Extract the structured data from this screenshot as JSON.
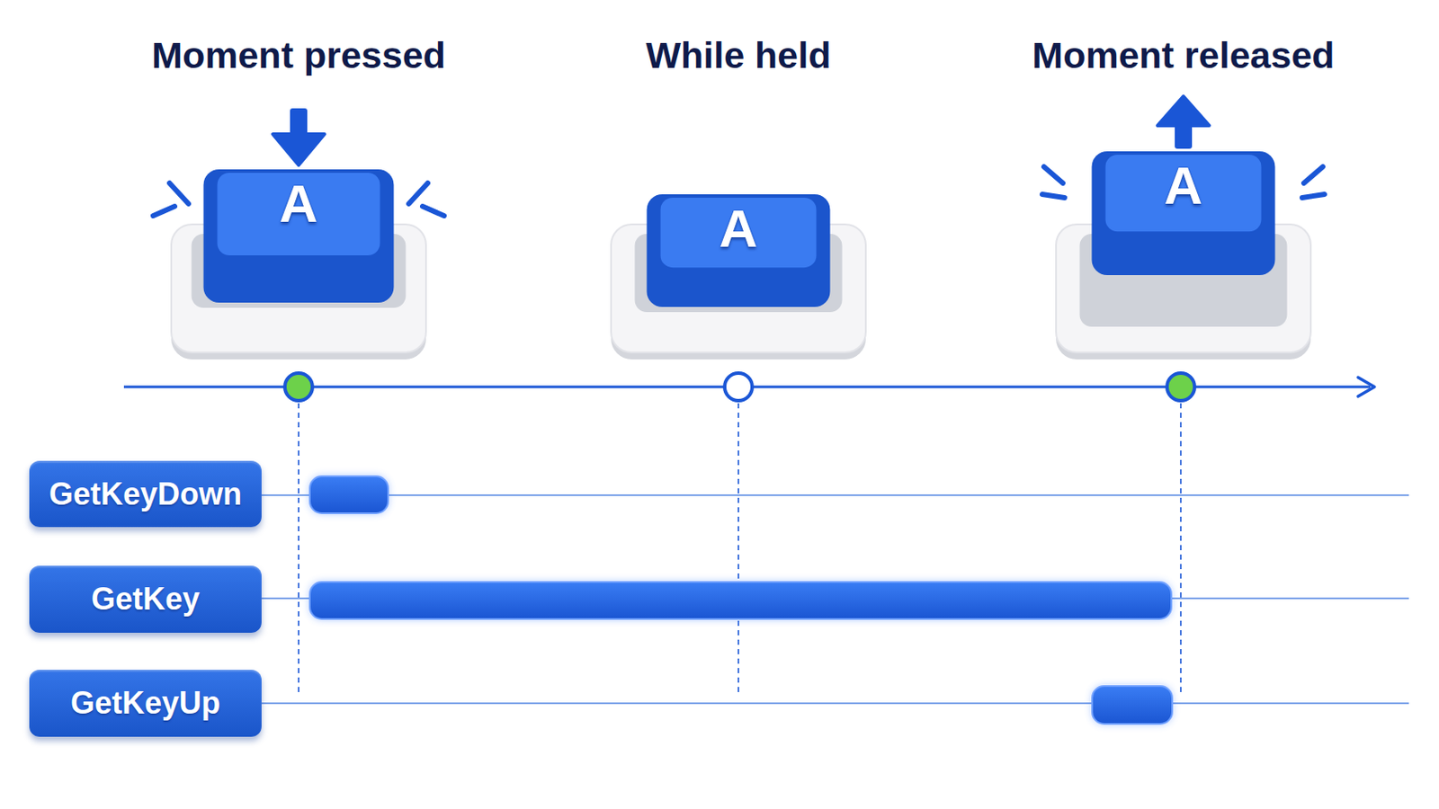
{
  "diagram": {
    "nodes": [
      {
        "text": [
          "Moment pressed",
          "A"
        ]
      },
      {
        "text": [
          "While held",
          "A"
        ]
      },
      {
        "text": [
          "Moment released",
          "A"
        ]
      },
      {
        "text": [
          "GetKeyDown"
        ]
      },
      {
        "text": [
          "GetKey"
        ]
      },
      {
        "text": [
          "GetKeyUp"
        ]
      }
    ]
  }
}
